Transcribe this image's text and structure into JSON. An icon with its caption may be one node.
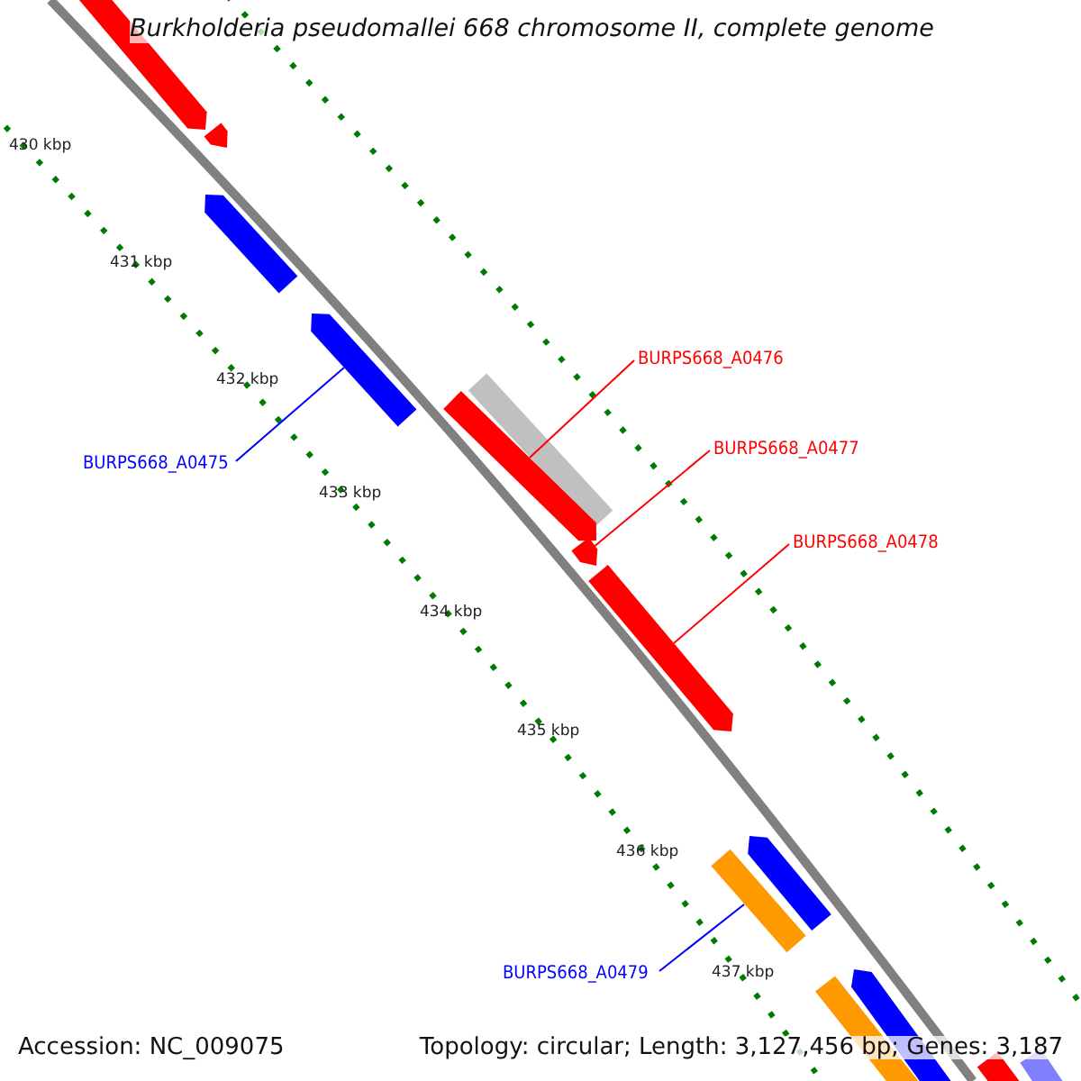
{
  "diagram": {
    "title": "Burkholderia pseudomallei 668 chromosome II, complete genome",
    "nodes": [
      {
        "text": [],
        "shape": "bar"
      },
      {
        "text": [],
        "shape": "bar"
      },
      {
        "text": [],
        "shape": "bar"
      },
      {
        "text": [
          "BURPS668_A0475"
        ]
      },
      {
        "text": [],
        "shape": "bar"
      },
      {
        "text": [
          "BURPS668_A0476"
        ]
      },
      {
        "text": [],
        "shape": "bar"
      },
      {
        "text": [],
        "shape": "bar"
      },
      {
        "text": [
          "BURPS668_A0477"
        ]
      },
      {
        "text": [],
        "shape": "bar"
      },
      {
        "text": [
          "BURPS668_A0478"
        ]
      },
      {
        "text": [],
        "shape": "bar"
      },
      {
        "text": [],
        "shape": "bar"
      },
      {
        "text": [],
        "shape": "bar"
      },
      {
        "text": [
          "BURPS668_A0479"
        ]
      },
      {
        "text": [],
        "shape": "bar"
      },
      {
        "text": [],
        "shape": "bar"
      },
      {
        "text": [],
        "shape": "bar"
      },
      {
        "text": [],
        "shape": "bar"
      }
    ],
    "edges": [
      {
        "from": 3,
        "to": 4,
        "arrow": "none",
        "color": "#0000ff"
      },
      {
        "from": 5,
        "to": 7,
        "arrow": "none"
      },
      {
        "from": 8,
        "to": 9,
        "arrow": "none"
      },
      {
        "from": 10,
        "to": 11,
        "arrow": "none"
      },
      {
        "from": 14,
        "to": 12,
        "arrow": "none",
        "color": "#0000ff"
      }
    ],
    "labels": [
      "430 kbp",
      "431 kbp",
      "432 kbp",
      "433 kbp",
      "434 kbp",
      "435 kbp",
      "436 kbp",
      "437 kbp",
      "Accession: NC_009075",
      "Topology: circular; Length: 3,127,456 bp; Genes: 3,187"
    ]
  }
}
